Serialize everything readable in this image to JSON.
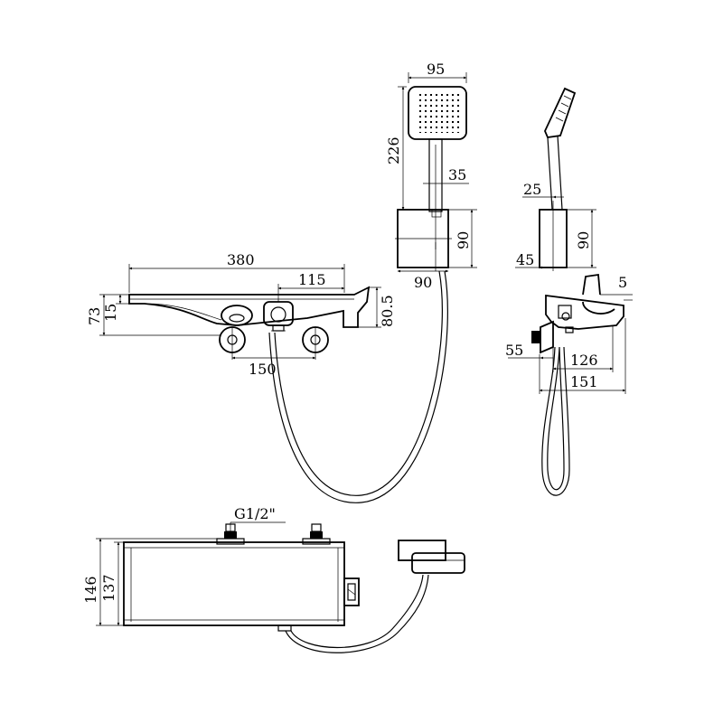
{
  "dimensions": {
    "head_width": "95",
    "head_height": "226",
    "arm_width": "35",
    "holder_height_front": "90",
    "holder_width": "90",
    "spout_length": "380",
    "spout_inner": "115",
    "body_height": "73",
    "lip_height": "15",
    "outlet_height": "80.5",
    "inlet_spacing": "150",
    "side_arm": "25",
    "side_holder_height": "90",
    "side_holder_offset": "45",
    "side_top": "5",
    "side_inlet": "55",
    "side_depth_inner": "126",
    "side_depth_outer": "151",
    "thread": "G1/2\"",
    "top_depth_outer": "146",
    "top_depth_inner": "137"
  }
}
